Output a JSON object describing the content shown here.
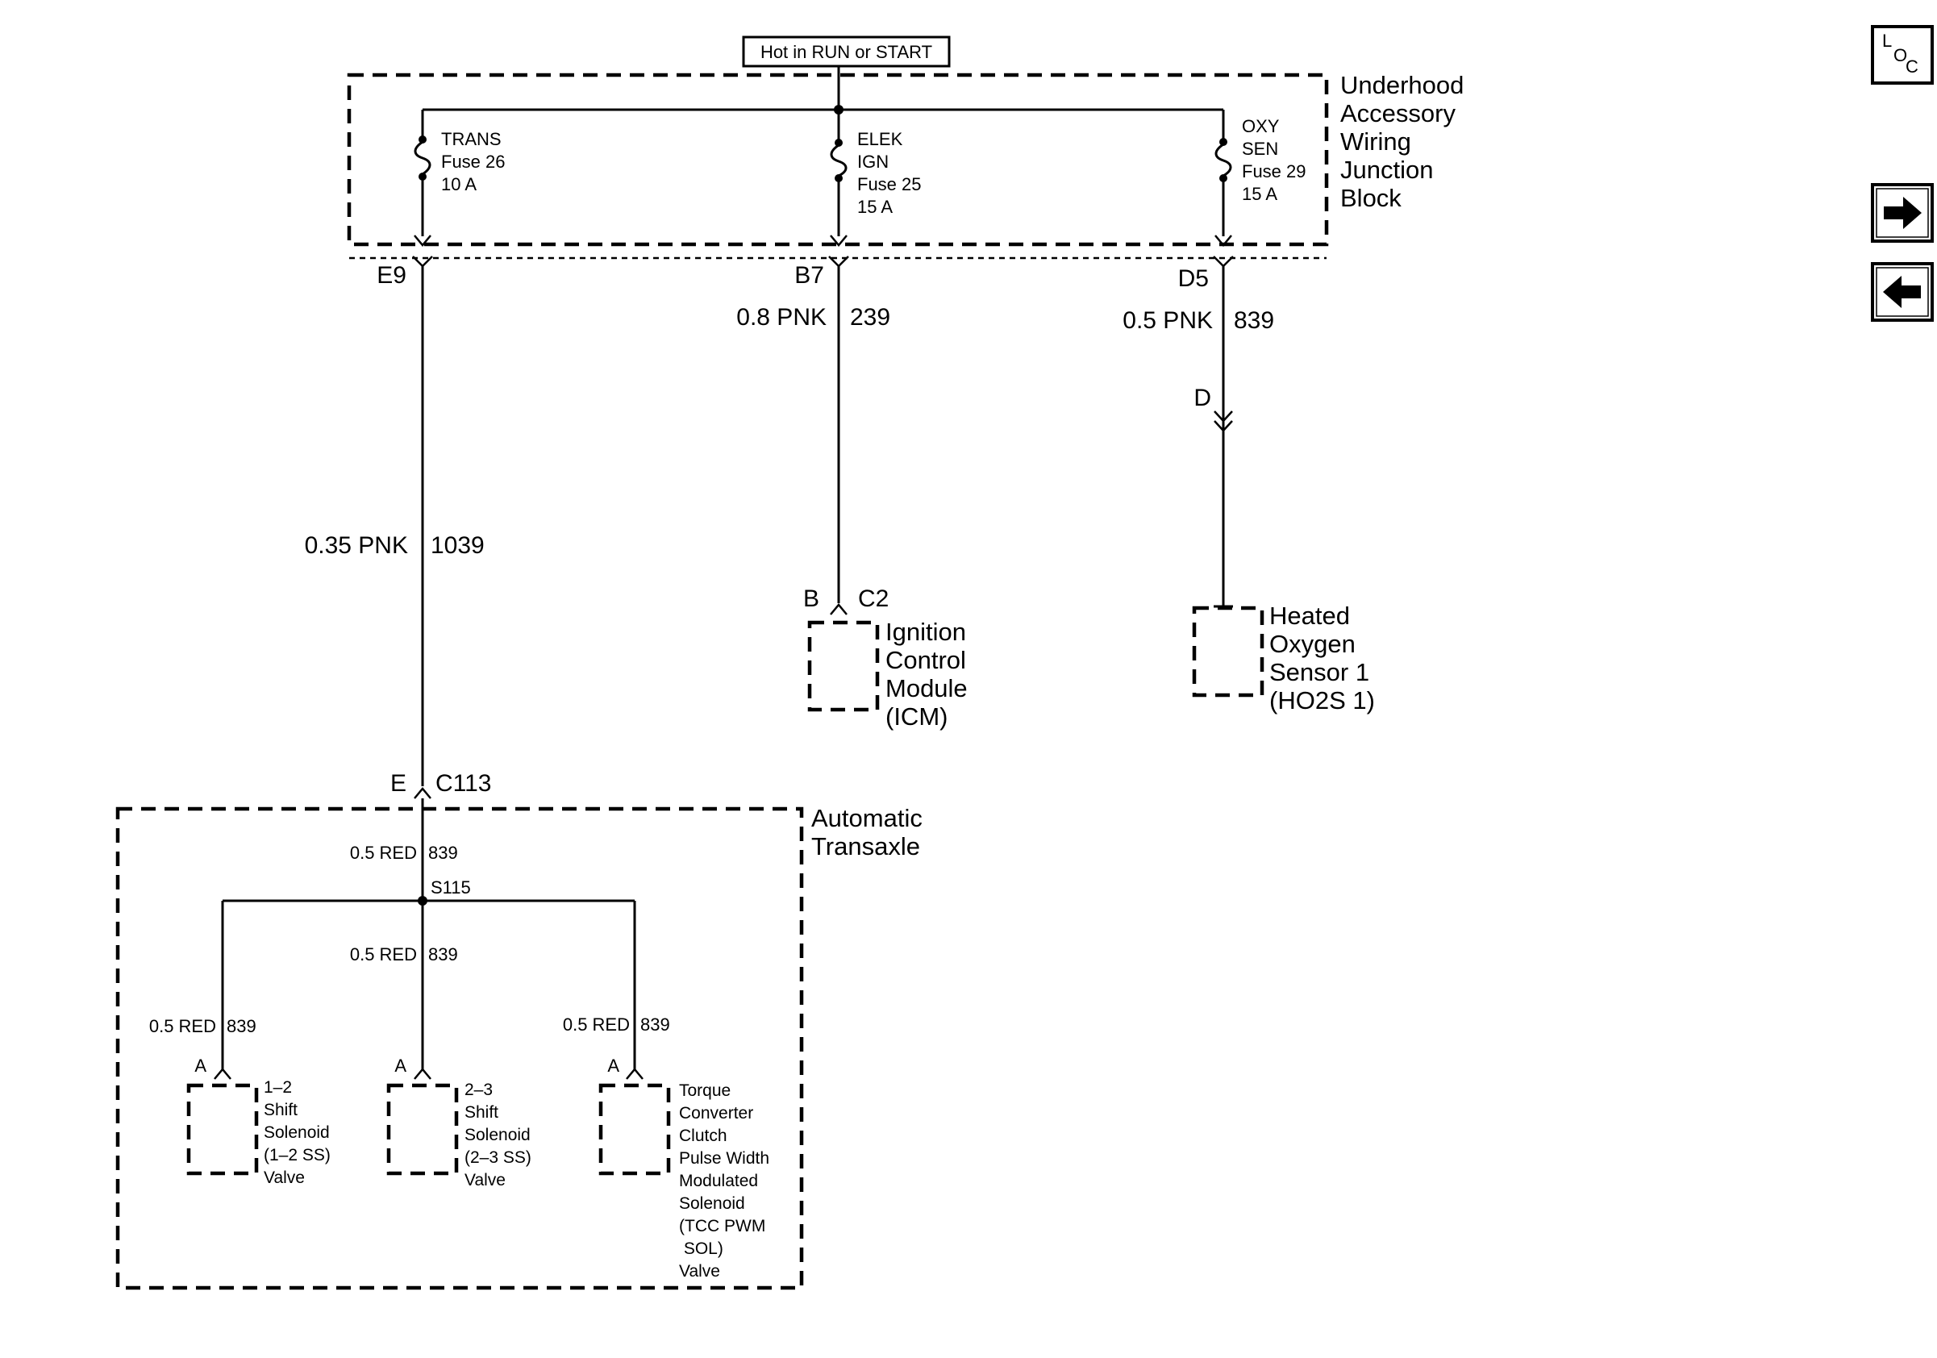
{
  "power_source": "Hot in RUN or START",
  "junction_block": {
    "label": [
      "Underhood",
      "Accessory",
      "Wiring",
      "Junction",
      "Block"
    ],
    "fuses": [
      {
        "lines": [
          "TRANS",
          "Fuse 26",
          "10 A"
        ],
        "terminal": "E9"
      },
      {
        "lines": [
          "ELEK",
          "IGN",
          "Fuse 25",
          "15 A"
        ],
        "terminal": "B7"
      },
      {
        "lines": [
          "OXY",
          "SEN",
          "Fuse 29",
          "15 A"
        ],
        "terminal": "D5"
      }
    ]
  },
  "circuits": {
    "trans": {
      "size_color": "0.35 PNK",
      "number": "1039"
    },
    "elek": {
      "size_color": "0.8 PNK",
      "number": "239"
    },
    "oxy": {
      "size_color": "0.5 PNK",
      "number": "839"
    }
  },
  "oxy_inline_connector": "D",
  "icm": {
    "pin": "B",
    "connector": "C2",
    "label": [
      "Ignition",
      "Control",
      "Module",
      "(ICM)"
    ]
  },
  "ho2s": {
    "label": [
      "Heated",
      "Oxygen",
      "Sensor 1",
      "(HO2S 1)"
    ]
  },
  "transaxle": {
    "pin": "E",
    "connector": "C113",
    "label": [
      "Automatic",
      "Transaxle"
    ],
    "feed_wire": {
      "size_color": "0.5 RED",
      "number": "839"
    },
    "splice": "S115",
    "center_wire": {
      "size_color": "0.5 RED",
      "number": "839"
    },
    "solenoids": [
      {
        "wire": {
          "size_color": "0.5 RED",
          "number": "839"
        },
        "pin": "A",
        "label": [
          "1–2",
          "Shift",
          "Solenoid",
          "(1–2 SS)",
          "Valve"
        ]
      },
      {
        "wire": {
          "size_color": "0.5 RED",
          "number": "839"
        },
        "pin": "A",
        "label": [
          "2–3",
          "Shift",
          "Solenoid",
          "(2–3 SS)",
          "Valve"
        ]
      },
      {
        "wire": {
          "size_color": "0.5 RED",
          "number": "839"
        },
        "pin": "A",
        "label": [
          "Torque",
          "Converter",
          "Clutch",
          "Pulse Width",
          "Modulated",
          "Solenoid",
          "(TCC PWM",
          " SOL)",
          "Valve"
        ]
      }
    ]
  },
  "nav": {
    "loc": {
      "l": "L",
      "o": "O",
      "c": "C"
    },
    "forward_icon": "arrow-right-icon",
    "back_icon": "arrow-left-icon"
  }
}
